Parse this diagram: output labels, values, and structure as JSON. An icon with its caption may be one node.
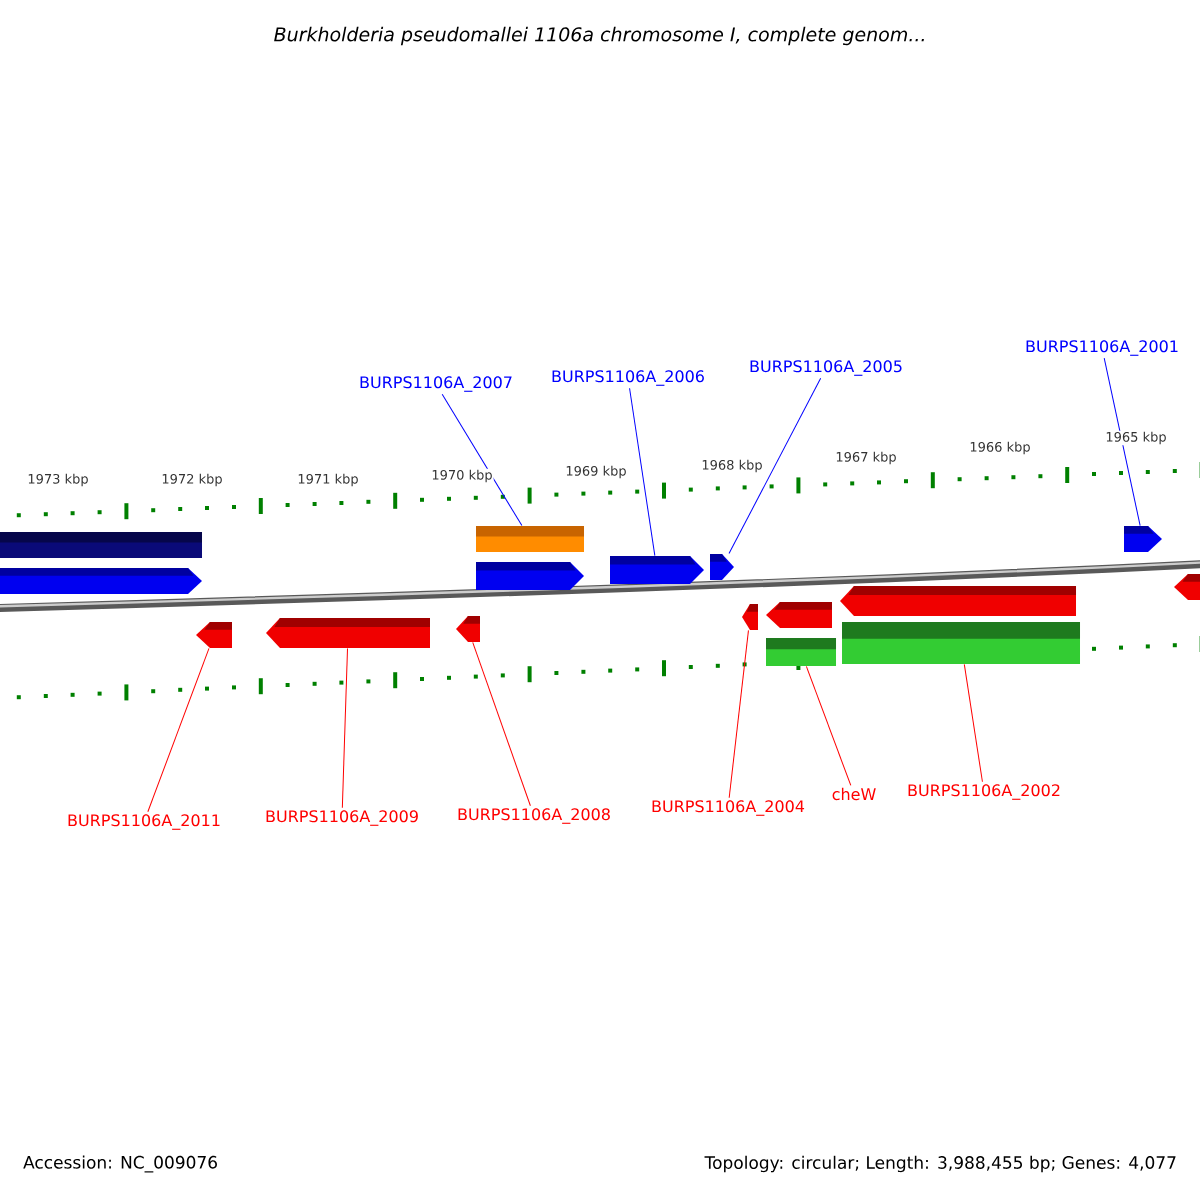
{
  "diagram": {
    "title": "Burkholderia pseudomallei 1106a chromosome I, complete genom...",
    "nodes": [
      {
        "text": [
          "BURPS1106A_2007"
        ]
      },
      {
        "text": [
          "BURPS1106A_2006"
        ]
      },
      {
        "text": [
          "BURPS1106A_2005"
        ]
      },
      {
        "text": [
          "BURPS1106A_2001"
        ]
      },
      {
        "text": [],
        "shape": "bar"
      },
      {
        "text": [],
        "shape": "pentagon"
      },
      {
        "text": [],
        "shape": "pentagon"
      },
      {
        "text": [],
        "shape": "pentagon"
      },
      {
        "text": [],
        "shape": "pentagon"
      },
      {
        "text": [],
        "shape": "bar"
      },
      {
        "text": [],
        "shape": "pentagon"
      },
      {
        "text": [],
        "shape": "pentagon"
      },
      {
        "text": [],
        "shape": "pentagon"
      },
      {
        "text": [],
        "shape": "pentagon"
      },
      {
        "text": [],
        "shape": "pentagon"
      },
      {
        "text": [],
        "shape": "bar"
      },
      {
        "text": [],
        "shape": "pentagon"
      },
      {
        "text": [],
        "shape": "bar"
      },
      {
        "text": [],
        "shape": "pentagon"
      },
      {
        "text": [],
        "shape": "pentagon"
      },
      {
        "text": [
          "BURPS1106A_2011"
        ]
      },
      {
        "text": [
          "BURPS1106A_2009"
        ]
      },
      {
        "text": [
          "BURPS1106A_2008"
        ]
      },
      {
        "text": [
          "BURPS1106A_2004"
        ]
      },
      {
        "text": [
          "cheW"
        ]
      },
      {
        "text": [
          "BURPS1106A_2002"
        ]
      }
    ],
    "edges": [
      {
        "from": 0,
        "to": 9,
        "arrow": "none",
        "color": "#0000ff"
      },
      {
        "from": 1,
        "to": 11,
        "arrow": "none",
        "color": "#0000ff"
      },
      {
        "from": 2,
        "to": 12,
        "arrow": "none",
        "color": "#0000ff"
      },
      {
        "from": 3,
        "to": 18,
        "arrow": "none",
        "color": "#0000ff"
      },
      {
        "from": 20,
        "to": 6,
        "arrow": "none",
        "color": "#ff0000"
      },
      {
        "from": 21,
        "to": 7,
        "arrow": "none",
        "color": "#ff0000"
      },
      {
        "from": 22,
        "to": 8,
        "arrow": "none",
        "color": "#ff0000"
      },
      {
        "from": 23,
        "to": 13,
        "arrow": "none",
        "color": "#ff0000"
      },
      {
        "from": 24,
        "to": 15,
        "arrow": "none",
        "color": "#ff0000"
      },
      {
        "from": 25,
        "to": 17,
        "arrow": "none",
        "color": "#ff0000"
      }
    ],
    "labels": [
      "1973 kbp",
      "1972 kbp",
      "1971 kbp",
      "1970 kbp",
      "1969 kbp",
      "1968 kbp",
      "1967 kbp",
      "1966 kbp",
      "1965 kbp",
      "Accession: NC_009076",
      "Topology: circular; Length: 3,988,455 bp; Genes: 4,077"
    ]
  }
}
